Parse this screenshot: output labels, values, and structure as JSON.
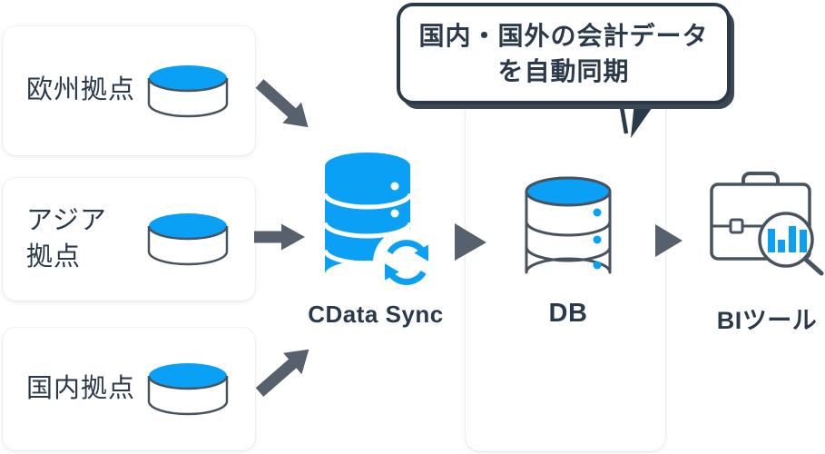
{
  "bubble": {
    "line1": "国内・国外の会計データ",
    "line2": "を自動同期"
  },
  "sources": [
    {
      "label": "欧州拠点"
    },
    {
      "label": "アジア\n拠点"
    },
    {
      "label": "国内拠点"
    }
  ],
  "hub": {
    "label": "CData Sync"
  },
  "database": {
    "label": "DB"
  },
  "bi_tool": {
    "label": "BIツール"
  },
  "colors": {
    "blue": "#0AA0F5",
    "navy": "#2B3A4B",
    "arrow": "#57616E",
    "outline": "#47535F"
  }
}
